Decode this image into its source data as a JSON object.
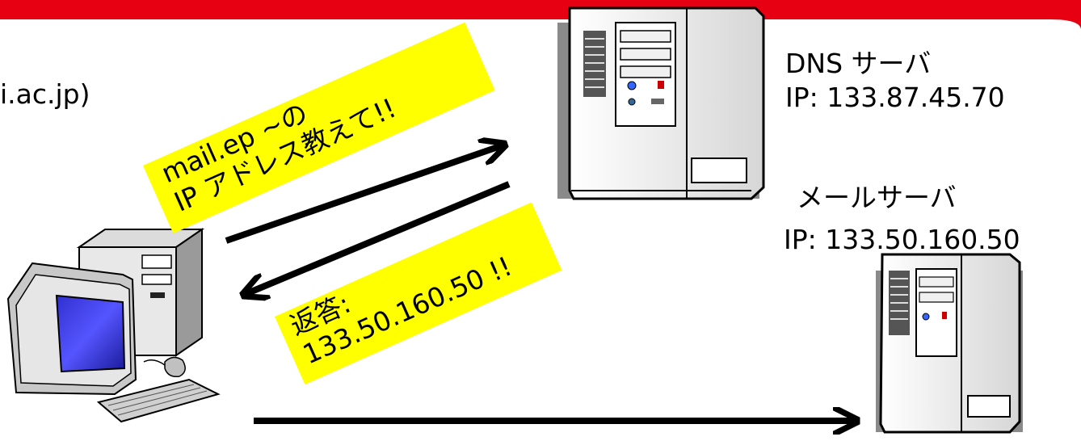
{
  "client": {
    "hostname_fragment": "i.ac.jp)"
  },
  "dns_server": {
    "label": "DNS サーバ",
    "ip": "IP: 133.87.45.70"
  },
  "mail_server": {
    "label": "メールサーバ",
    "ip": "IP: 133.50.160.50"
  },
  "query_note": {
    "line1": "mail.ep ~の",
    "line2": "IP アドレス教えて!!"
  },
  "reply_note": {
    "line1": "返答:",
    "line2": "133.50.160.50 !!"
  },
  "colors": {
    "note_fill": "#ffff00",
    "frame_accent": "#e00000",
    "arrow": "#000000"
  }
}
